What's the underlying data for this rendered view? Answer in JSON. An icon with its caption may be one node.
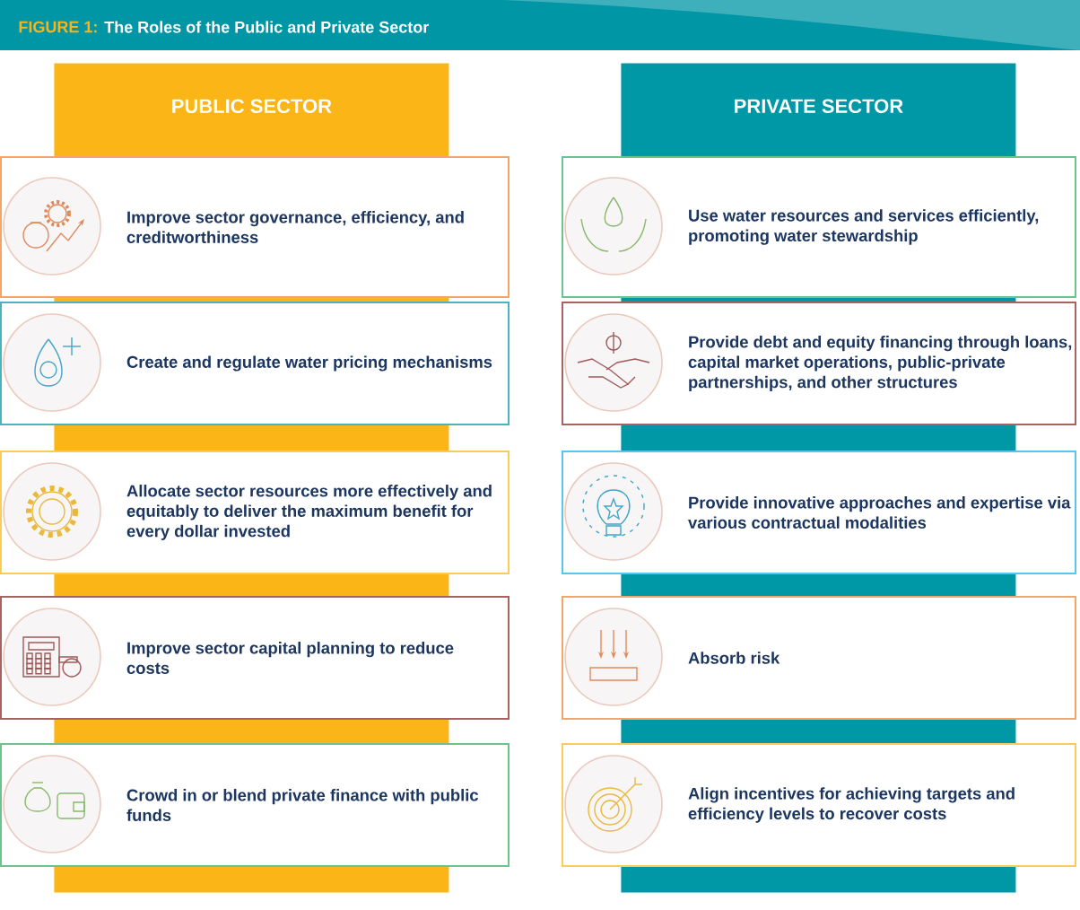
{
  "diagram": {
    "title": "The Roles of the Public and Private Sector",
    "nodes": [
      {
        "text": [
          "PUBLIC SECTOR"
        ]
      },
      {
        "text": [
          "Improve sector governance, efficiency, and creditworthiness"
        ]
      },
      {
        "text": [
          "Create and regulate water pricing mechanisms"
        ]
      },
      {
        "text": [
          "Allocate sector resources more effectively and equitably to deliver the maximum benefit for every dollar invested"
        ]
      },
      {
        "text": [
          "Improve sector capital planning to reduce costs"
        ]
      },
      {
        "text": [
          "Crowd in or blend private finance with public funds"
        ]
      },
      {
        "text": [
          "PRIVATE SECTOR"
        ]
      },
      {
        "text": [
          "Use water resources and services efficiently, promoting water stewardship"
        ]
      },
      {
        "text": [
          "Provide debt and equity financing through loans, capital market operations, public-private partnerships, and other structures"
        ]
      },
      {
        "text": [
          "Provide innovative approaches and expertise via various contractual modalities"
        ]
      },
      {
        "text": [
          "Absorb risk"
        ]
      },
      {
        "text": [
          "Align incentives for achieving targets and efficiency levels to recover costs"
        ]
      }
    ],
    "labels": [
      "FIGURE 1:"
    ]
  }
}
